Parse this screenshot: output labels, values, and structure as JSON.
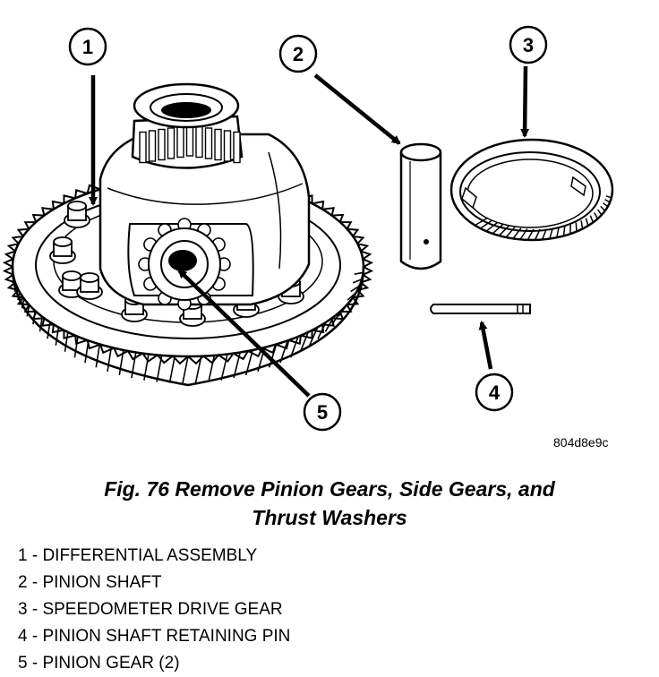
{
  "figure": {
    "code": "804d8e9c",
    "callouts": [
      {
        "number": "1",
        "part": "differential-assembly"
      },
      {
        "number": "2",
        "part": "pinion-shaft"
      },
      {
        "number": "3",
        "part": "speedometer-drive-gear"
      },
      {
        "number": "4",
        "part": "pinion-shaft-retaining-pin"
      },
      {
        "number": "5",
        "part": "pinion-gear"
      }
    ]
  },
  "caption": {
    "line1": "Fig. 76 Remove Pinion Gears, Side Gears, and",
    "line2": "Thrust Washers"
  },
  "legend": [
    "1 - DIFFERENTIAL ASSEMBLY",
    "2 - PINION SHAFT",
    "3 - SPEEDOMETER DRIVE GEAR",
    "4 - PINION SHAFT RETAINING PIN",
    "5 - PINION GEAR (2)"
  ]
}
